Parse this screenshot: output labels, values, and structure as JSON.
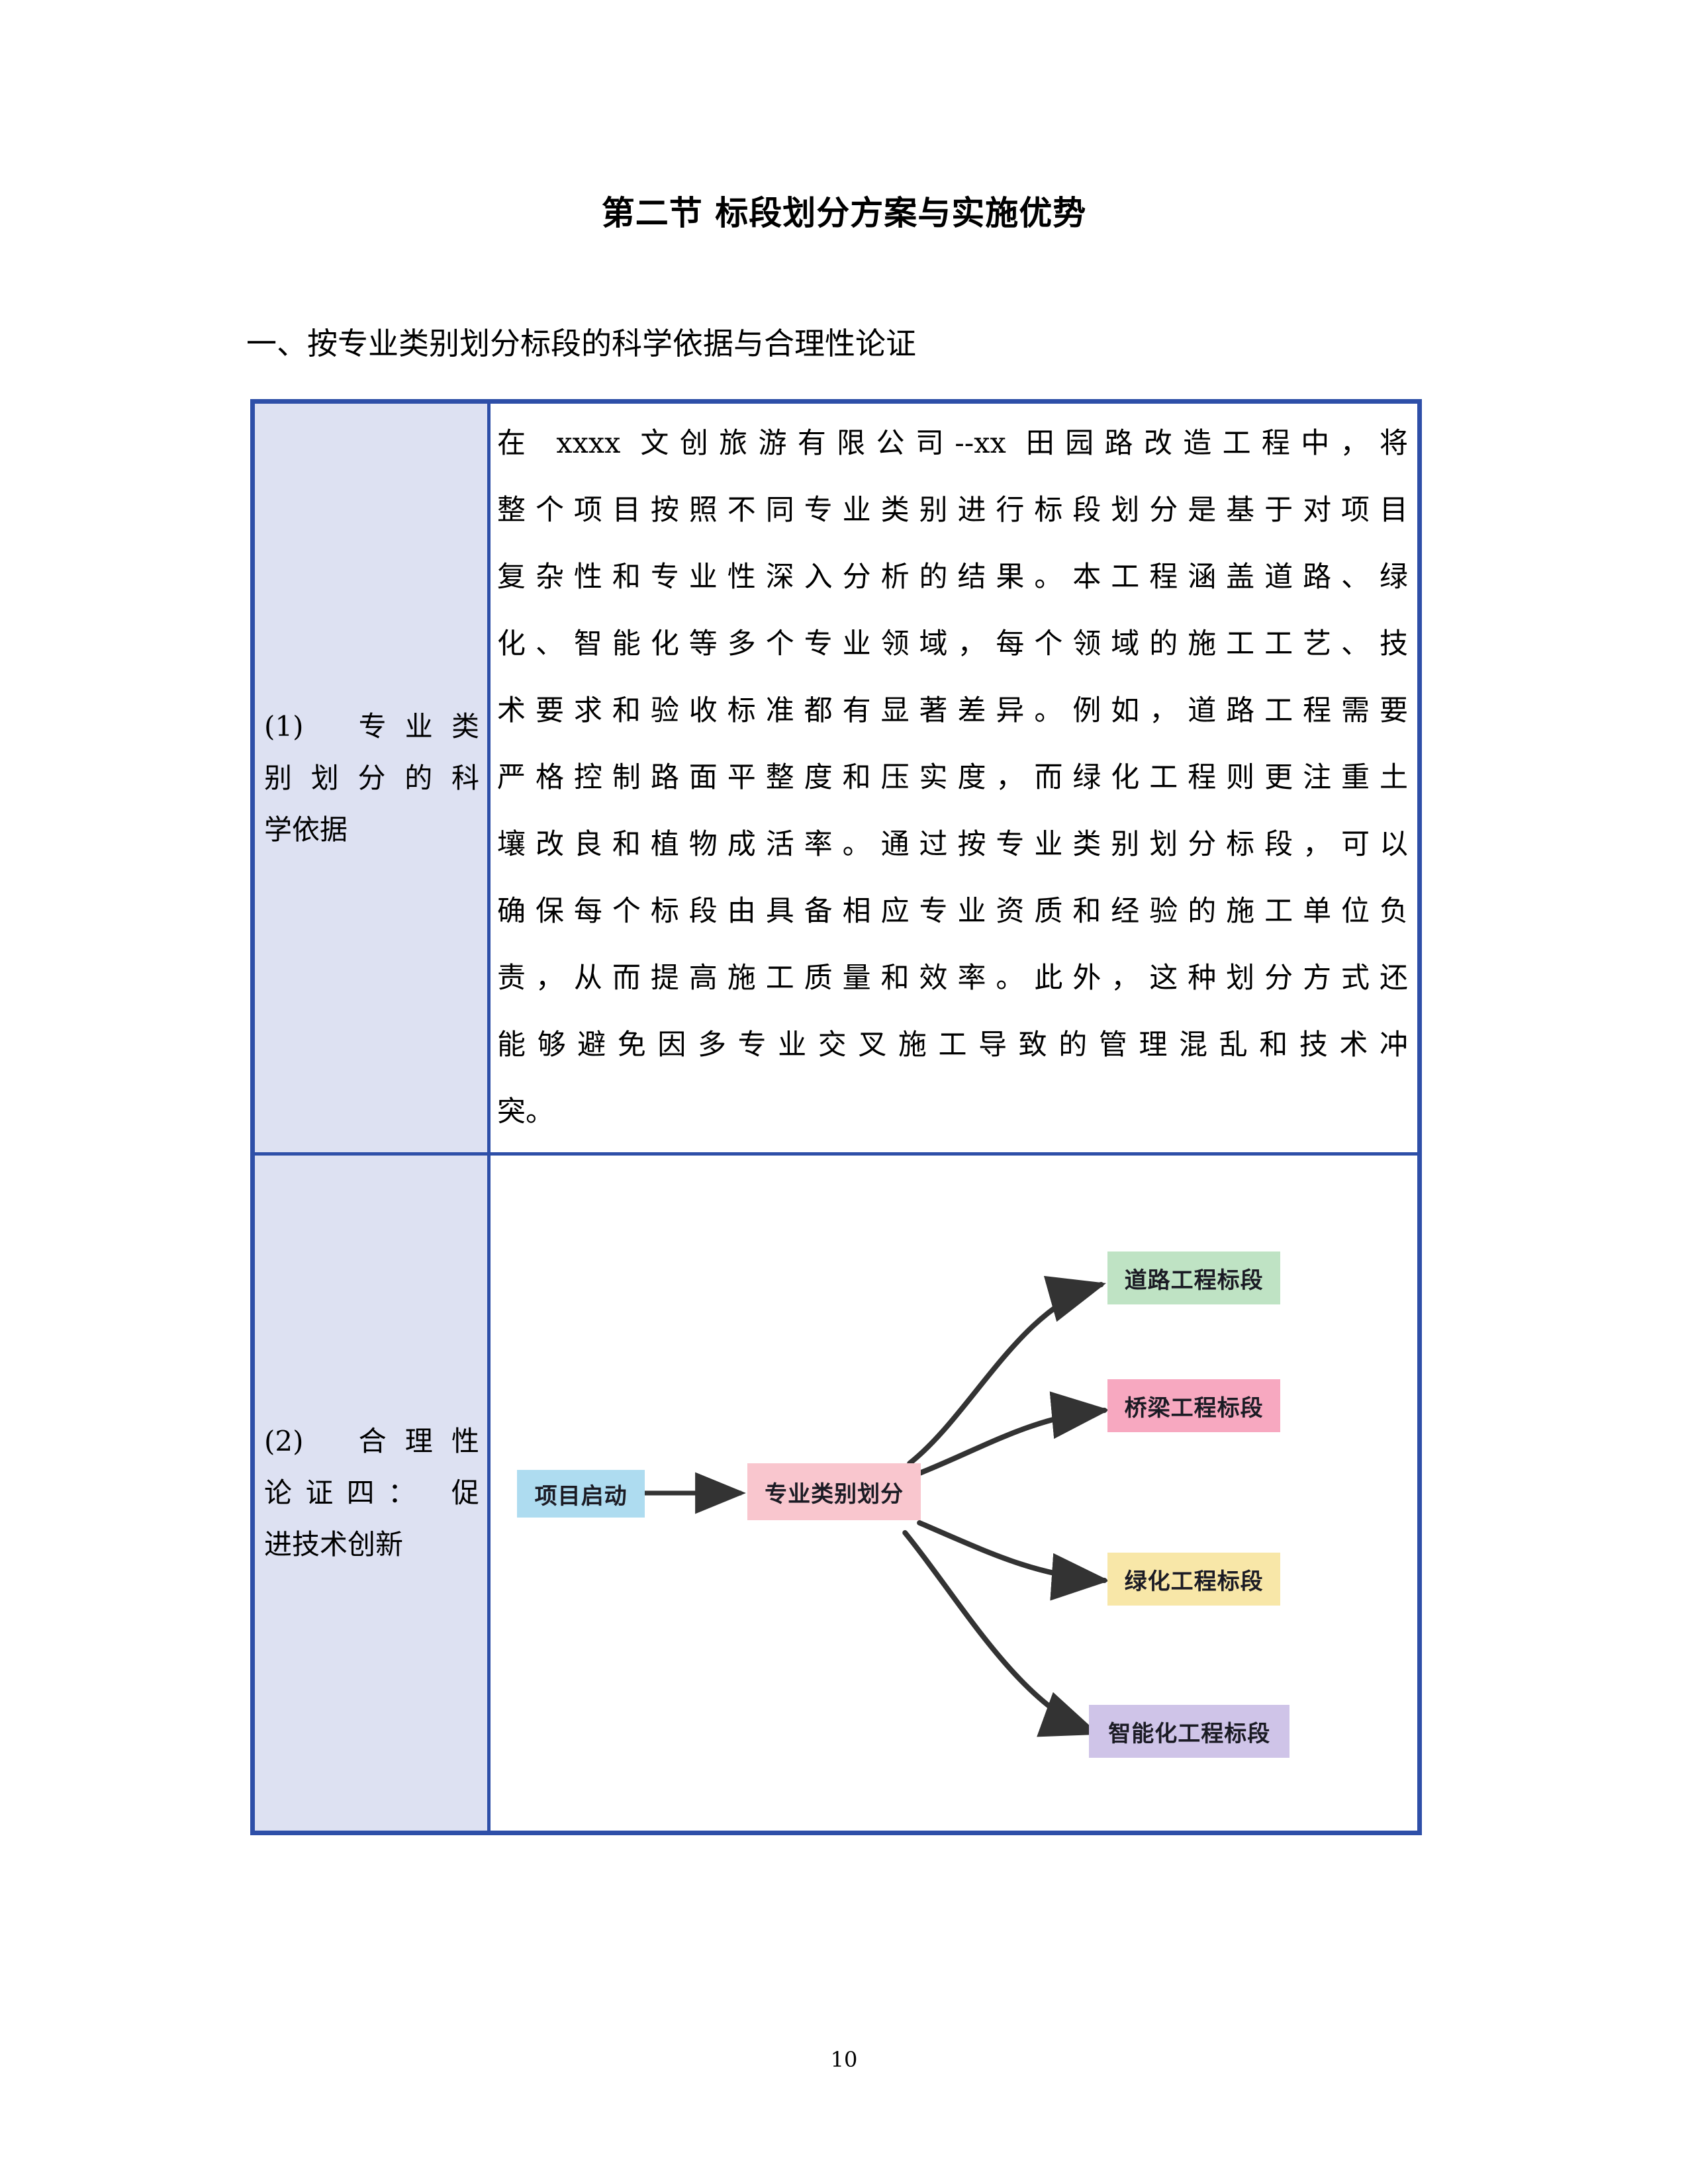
{
  "document": {
    "title": "第二节 标段划分方案与实施优势",
    "section_heading": "一、按专业类别划分标段的科学依据与合理性论证",
    "page_number": "10"
  },
  "colors": {
    "table_border": "#2E4FA8",
    "label_cell_fill": "#DDE1F2",
    "node_start": "#AEDCF0",
    "node_hub": "#F9C6CE",
    "node_road": "#BFE3C4",
    "node_bridge": "#F7A8C0",
    "node_green": "#F8E7A8",
    "node_smart": "#CFC4E8",
    "arrow": "#333333"
  },
  "table": {
    "rows": [
      {
        "label_lines": [
          "(1)  专业类",
          "别划分的科",
          "学依据"
        ],
        "paragraph_lines": [
          "在 xxxx 文创旅游有限公司--xx 田园路改造工程中，将",
          "整个项目按照不同专业类别进行标段划分是基于对项目",
          "复杂性和专业性深入分析的结果。本工程涵盖道路、绿",
          "化、智能化等多个专业领域，每个领域的施工工艺、技",
          "术要求和验收标准都有显著差异。例如，道路工程需要",
          "严格控制路面平整度和压实度，而绿化工程则更注重土",
          "壤改良和植物成活率。通过按专业类别划分标段，可以",
          "确保每个标段由具备相应专业资质和经验的施工单位负",
          "责，从而提高施工质量和效率。此外，这种划分方式还",
          "能够避免因多专业交叉施工导致的管理混乱和技术冲",
          "突。"
        ]
      },
      {
        "label_lines": [
          "(2)  合理性",
          "论证四： 促",
          "进技术创新"
        ]
      }
    ]
  },
  "diagram": {
    "type": "flowchart",
    "nodes": [
      {
        "id": "start",
        "label": "项目启动",
        "fill": "#AEDCF0"
      },
      {
        "id": "hub",
        "label": "专业类别划分",
        "fill": "#F9C6CE"
      },
      {
        "id": "road",
        "label": "道路工程标段",
        "fill": "#BFE3C4"
      },
      {
        "id": "bridge",
        "label": "桥梁工程标段",
        "fill": "#F7A8C0"
      },
      {
        "id": "green",
        "label": "绿化工程标段",
        "fill": "#F8E7A8"
      },
      {
        "id": "smart",
        "label": "智能化工程标段",
        "fill": "#CFC4E8"
      }
    ],
    "edges": [
      {
        "from": "start",
        "to": "hub"
      },
      {
        "from": "hub",
        "to": "road"
      },
      {
        "from": "hub",
        "to": "bridge"
      },
      {
        "from": "hub",
        "to": "green"
      },
      {
        "from": "hub",
        "to": "smart"
      }
    ]
  }
}
